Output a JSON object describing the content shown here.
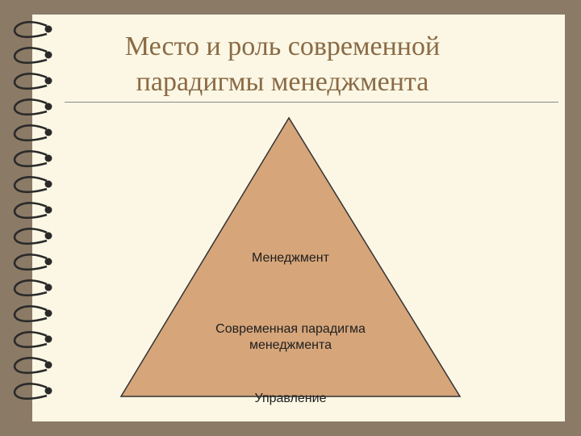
{
  "slide": {
    "title_line1": "Место и роль современной",
    "title_line2": "парадигмы менеджмента"
  },
  "pyramid": {
    "levels": [
      "Менеджмент",
      "Современная парадигма менеджмента",
      "Управление"
    ],
    "level2_line1": "Современная парадигма",
    "level2_line2": "менеджмента",
    "fill_color": "#d6a57a",
    "stroke_color": "#333333"
  },
  "colors": {
    "background": "#8b7a66",
    "paper": "#fbf7e4",
    "title": "#8a6a45",
    "spiral": "#2a2a2a"
  }
}
